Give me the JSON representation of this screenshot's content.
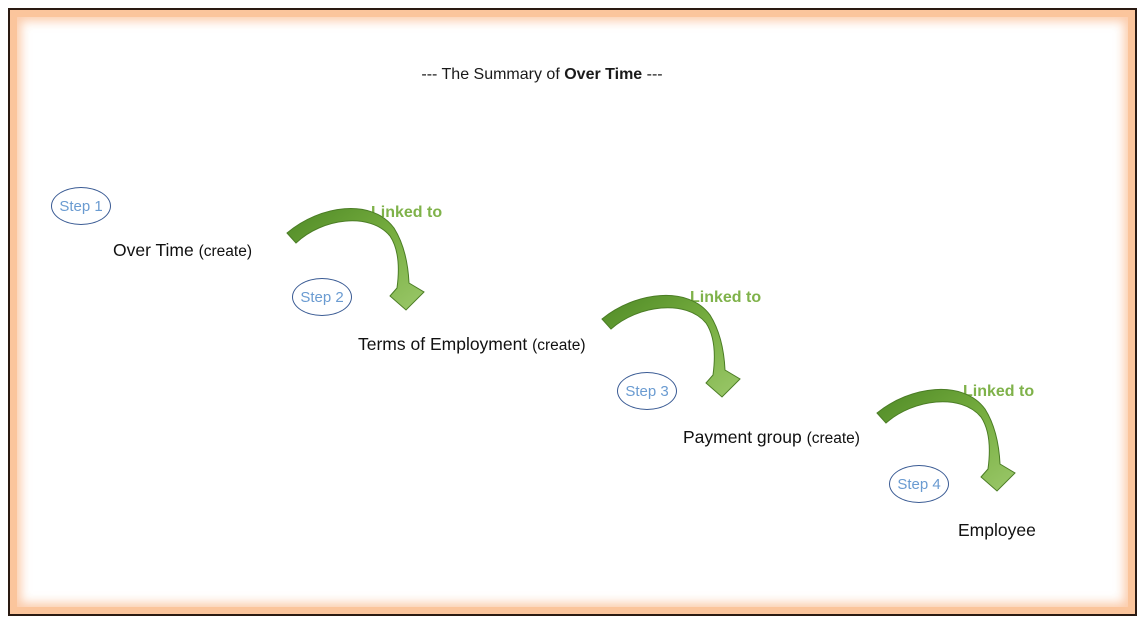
{
  "title": {
    "prefix": "--- The Summary of ",
    "bold": "Over Time",
    "suffix": " ---"
  },
  "steps": [
    {
      "label": "Step 1"
    },
    {
      "label": "Step 2"
    },
    {
      "label": "Step 3"
    },
    {
      "label": "Step 4"
    }
  ],
  "nodes": [
    {
      "name": "Over Time",
      "sub": "(create)"
    },
    {
      "name": "Terms of Employment",
      "sub": "(create)"
    },
    {
      "name": "Payment group",
      "sub": "(create)"
    },
    {
      "name": "Employee",
      "sub": ""
    }
  ],
  "links": [
    {
      "label": "Linked to"
    },
    {
      "label": "Linked to"
    },
    {
      "label": "Linked to"
    }
  ],
  "colors": {
    "frame_border": "#2a1a12",
    "frame_glow": "#fbc59c",
    "step_border": "#3a5b94",
    "step_text": "#6a9bd1",
    "arrow_fill": "#6fa33a",
    "link_text": "#7fb24a"
  }
}
